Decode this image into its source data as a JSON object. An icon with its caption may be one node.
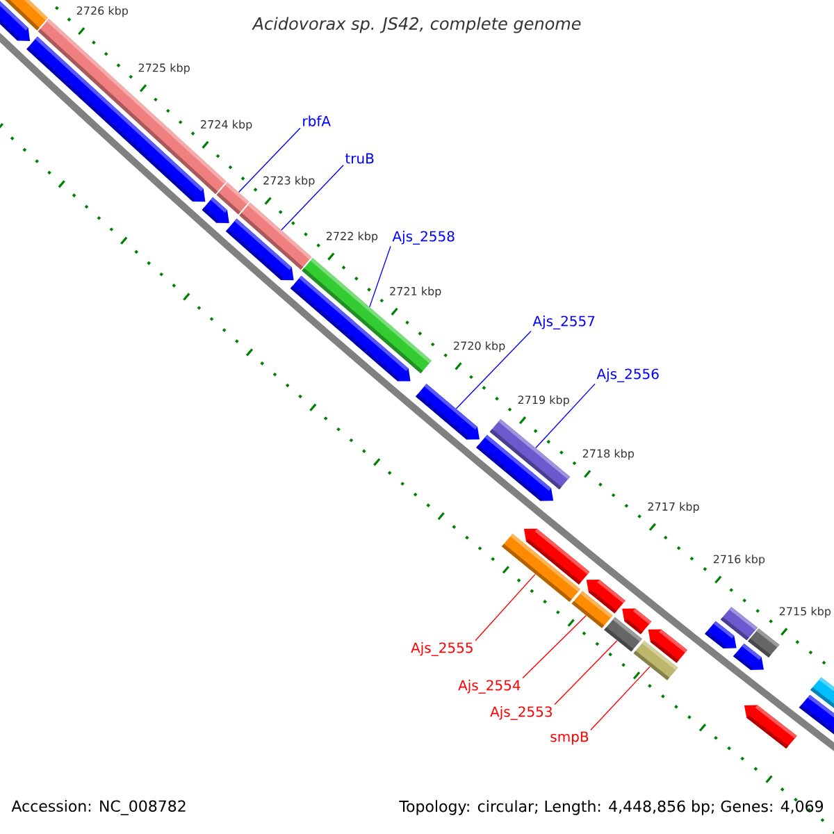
{
  "diagram": {
    "title": "Acidovorax sp. JS42, complete genome",
    "nodes": [
      {
        "text": [
          "rbfA"
        ]
      },
      {
        "text": [
          "truB"
        ]
      },
      {
        "text": [
          "Ajs_2558"
        ]
      },
      {
        "text": [
          "Ajs_2557"
        ]
      },
      {
        "text": [
          "Ajs_2556"
        ]
      },
      {
        "text": [
          "Ajs_2555"
        ]
      },
      {
        "text": [
          "Ajs_2554"
        ]
      },
      {
        "text": [
          "Ajs_2553"
        ]
      },
      {
        "text": [
          "smpB"
        ]
      },
      {
        "text": [],
        "shape": "bar"
      },
      {
        "text": [],
        "shape": "bar"
      },
      {
        "text": [],
        "shape": "bar"
      },
      {
        "text": [],
        "shape": "bar"
      },
      {
        "text": [],
        "shape": "bar"
      },
      {
        "text": [],
        "shape": "bar"
      },
      {
        "text": [],
        "shape": "bar"
      },
      {
        "text": [],
        "shape": "bar"
      },
      {
        "text": [],
        "shape": "bar"
      }
    ],
    "edges": [
      {
        "from": 0,
        "to": 9,
        "arrow": "none"
      },
      {
        "from": 1,
        "to": 10,
        "arrow": "none"
      },
      {
        "from": 2,
        "to": 11,
        "arrow": "none"
      },
      {
        "from": 3,
        "to": 12,
        "arrow": "none"
      },
      {
        "from": 4,
        "to": 13,
        "arrow": "none"
      },
      {
        "from": 5,
        "to": 14,
        "arrow": "none",
        "color": "#ff0000"
      },
      {
        "from": 6,
        "to": 15,
        "arrow": "none",
        "color": "#ff0000"
      },
      {
        "from": 7,
        "to": 16,
        "arrow": "none",
        "color": "#ff0000"
      },
      {
        "from": 8,
        "to": 17,
        "arrow": "none",
        "color": "#ff0000"
      }
    ],
    "labels": [
      "2726 kbp",
      "2725 kbp",
      "2724 kbp",
      "2723 kbp",
      "2722 kbp",
      "2721 kbp",
      "2720 kbp",
      "2719 kbp",
      "2718 kbp",
      "2717 kbp",
      "2716 kbp",
      "2715 kbp",
      "Accession: NC_008782",
      "Topology: circular; Length: 4,448,856 bp; Genes: 4,069"
    ]
  }
}
